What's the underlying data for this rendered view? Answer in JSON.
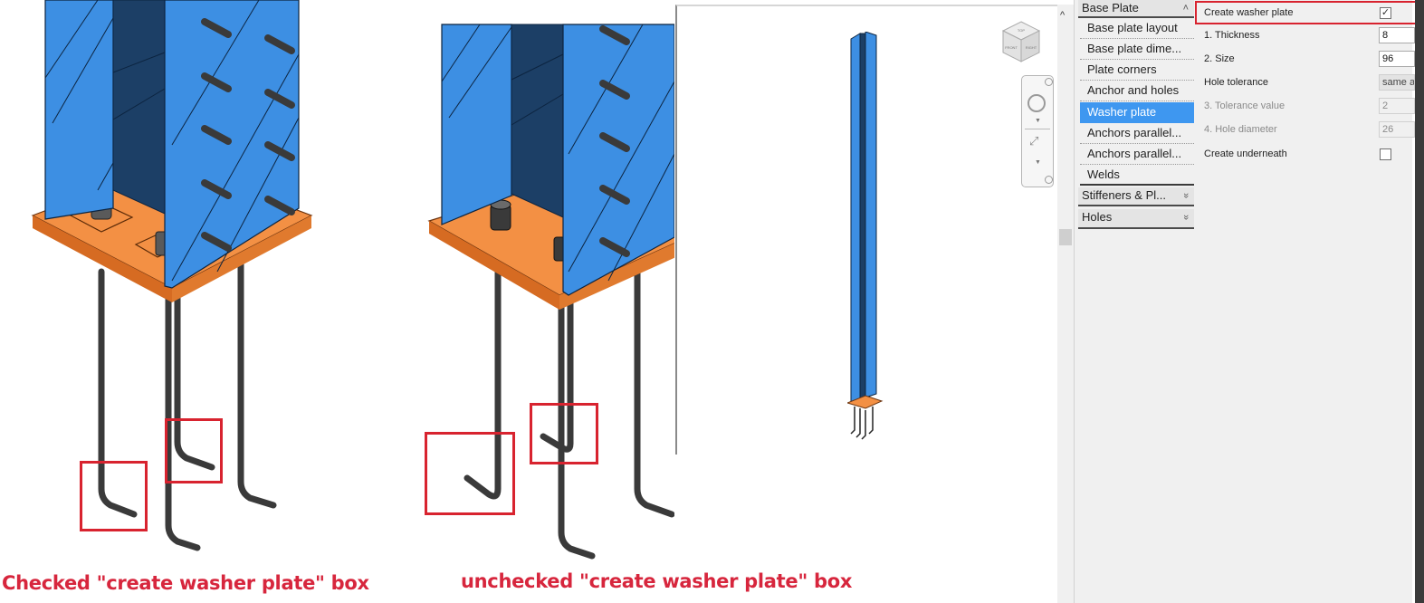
{
  "captions": {
    "checked": "Checked \"create washer plate\" box",
    "unchecked": "unchecked \"create washer plate\" box"
  },
  "colors": {
    "steel_blue": "#3d8fe3",
    "steel_dark": "#1c3f66",
    "base_plate_orange": "#f39044",
    "anchor_gray": "#3a3a3a",
    "highlight_red": "#d8232f",
    "caption_red": "#d7263d",
    "selected_blue": "#3e97f0"
  },
  "viewport": {
    "navcube_faces": [
      "TOP",
      "FRONT",
      "RIGHT"
    ],
    "scroll_up": "^"
  },
  "tree": {
    "section_base_plate": {
      "label": "Base Plate",
      "chevron": "˄"
    },
    "items": [
      {
        "label": "Base plate layout"
      },
      {
        "label": "Base plate dime..."
      },
      {
        "label": "Plate corners"
      },
      {
        "label": "Anchor and holes"
      },
      {
        "label": "Washer plate",
        "selected": true
      },
      {
        "label": "Anchors parallel..."
      },
      {
        "label": "Anchors parallel..."
      },
      {
        "label": "Welds"
      }
    ],
    "section_stiffeners": {
      "label": "Stiffeners & Pl...",
      "chevron": "»"
    },
    "section_holes": {
      "label": "Holes",
      "chevron": "»"
    }
  },
  "properties": {
    "create_washer_plate": {
      "label": "Create washer plate",
      "checked": true,
      "mark": "✓"
    },
    "thickness": {
      "label": "1. Thickness",
      "value": "8"
    },
    "size": {
      "label": "2. Size",
      "value": "96"
    },
    "hole_tolerance": {
      "label": "Hole tolerance",
      "value": "same a"
    },
    "tolerance_value": {
      "label": "3. Tolerance value",
      "value": "2"
    },
    "hole_diameter": {
      "label": "4. Hole diameter",
      "value": "26"
    },
    "create_underneath": {
      "label": "Create underneath",
      "checked": false,
      "mark": ""
    }
  }
}
